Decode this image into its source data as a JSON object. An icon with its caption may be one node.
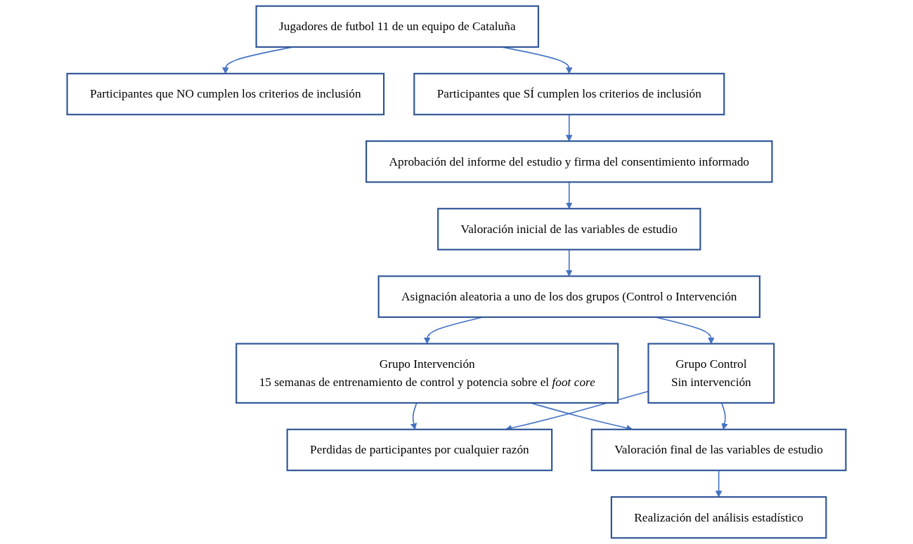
{
  "diagram": {
    "nodes": [
      {
        "text": [
          "Jugadores de futbol 11 de un equipo de Cataluña"
        ]
      },
      {
        "text": [
          "Participantes que NO cumplen los criterios de inclusión"
        ]
      },
      {
        "text": [
          "Participantes que SÍ cumplen los criterios de inclusión"
        ]
      },
      {
        "text": [
          "Aprobación del informe del estudio y firma del consentimiento informado"
        ]
      },
      {
        "text": [
          "Valoración inicial de las variables de estudio"
        ]
      },
      {
        "text": [
          "Asignación aleatoria a uno de los dos grupos (Control o Intervención"
        ]
      },
      {
        "text": [
          "Grupo Intervención",
          "15 semanas de entrenamiento de control y potencia sobre el *foot core*"
        ]
      },
      {
        "text": [
          "Grupo Control",
          "Sin intervención"
        ]
      },
      {
        "text": [
          "Perdidas de participantes por cualquier razón"
        ]
      },
      {
        "text": [
          "Valoración final de las variables de estudio"
        ]
      },
      {
        "text": [
          "Realización del análisis estadístico"
        ]
      }
    ],
    "edges": [
      {
        "from": 0,
        "to": 2,
        "arrow": "to"
      },
      {
        "from": 0,
        "to": 1,
        "arrow": "to"
      },
      {
        "from": 2,
        "to": 3,
        "arrow": "to"
      },
      {
        "from": 3,
        "to": 4,
        "arrow": "to"
      },
      {
        "from": 4,
        "to": 5,
        "arrow": "to"
      },
      {
        "from": 5,
        "to": 6,
        "arrow": "to"
      },
      {
        "from": 5,
        "to": 7,
        "arrow": "to"
      },
      {
        "from": 6,
        "to": 9,
        "arrow": "to"
      },
      {
        "from": 7,
        "to": 9,
        "arrow": "to"
      },
      {
        "from": 6,
        "to": 8,
        "arrow": "to"
      },
      {
        "from": 7,
        "to": 8,
        "arrow": "to"
      },
      {
        "from": 9,
        "to": 10,
        "arrow": "to"
      }
    ]
  }
}
